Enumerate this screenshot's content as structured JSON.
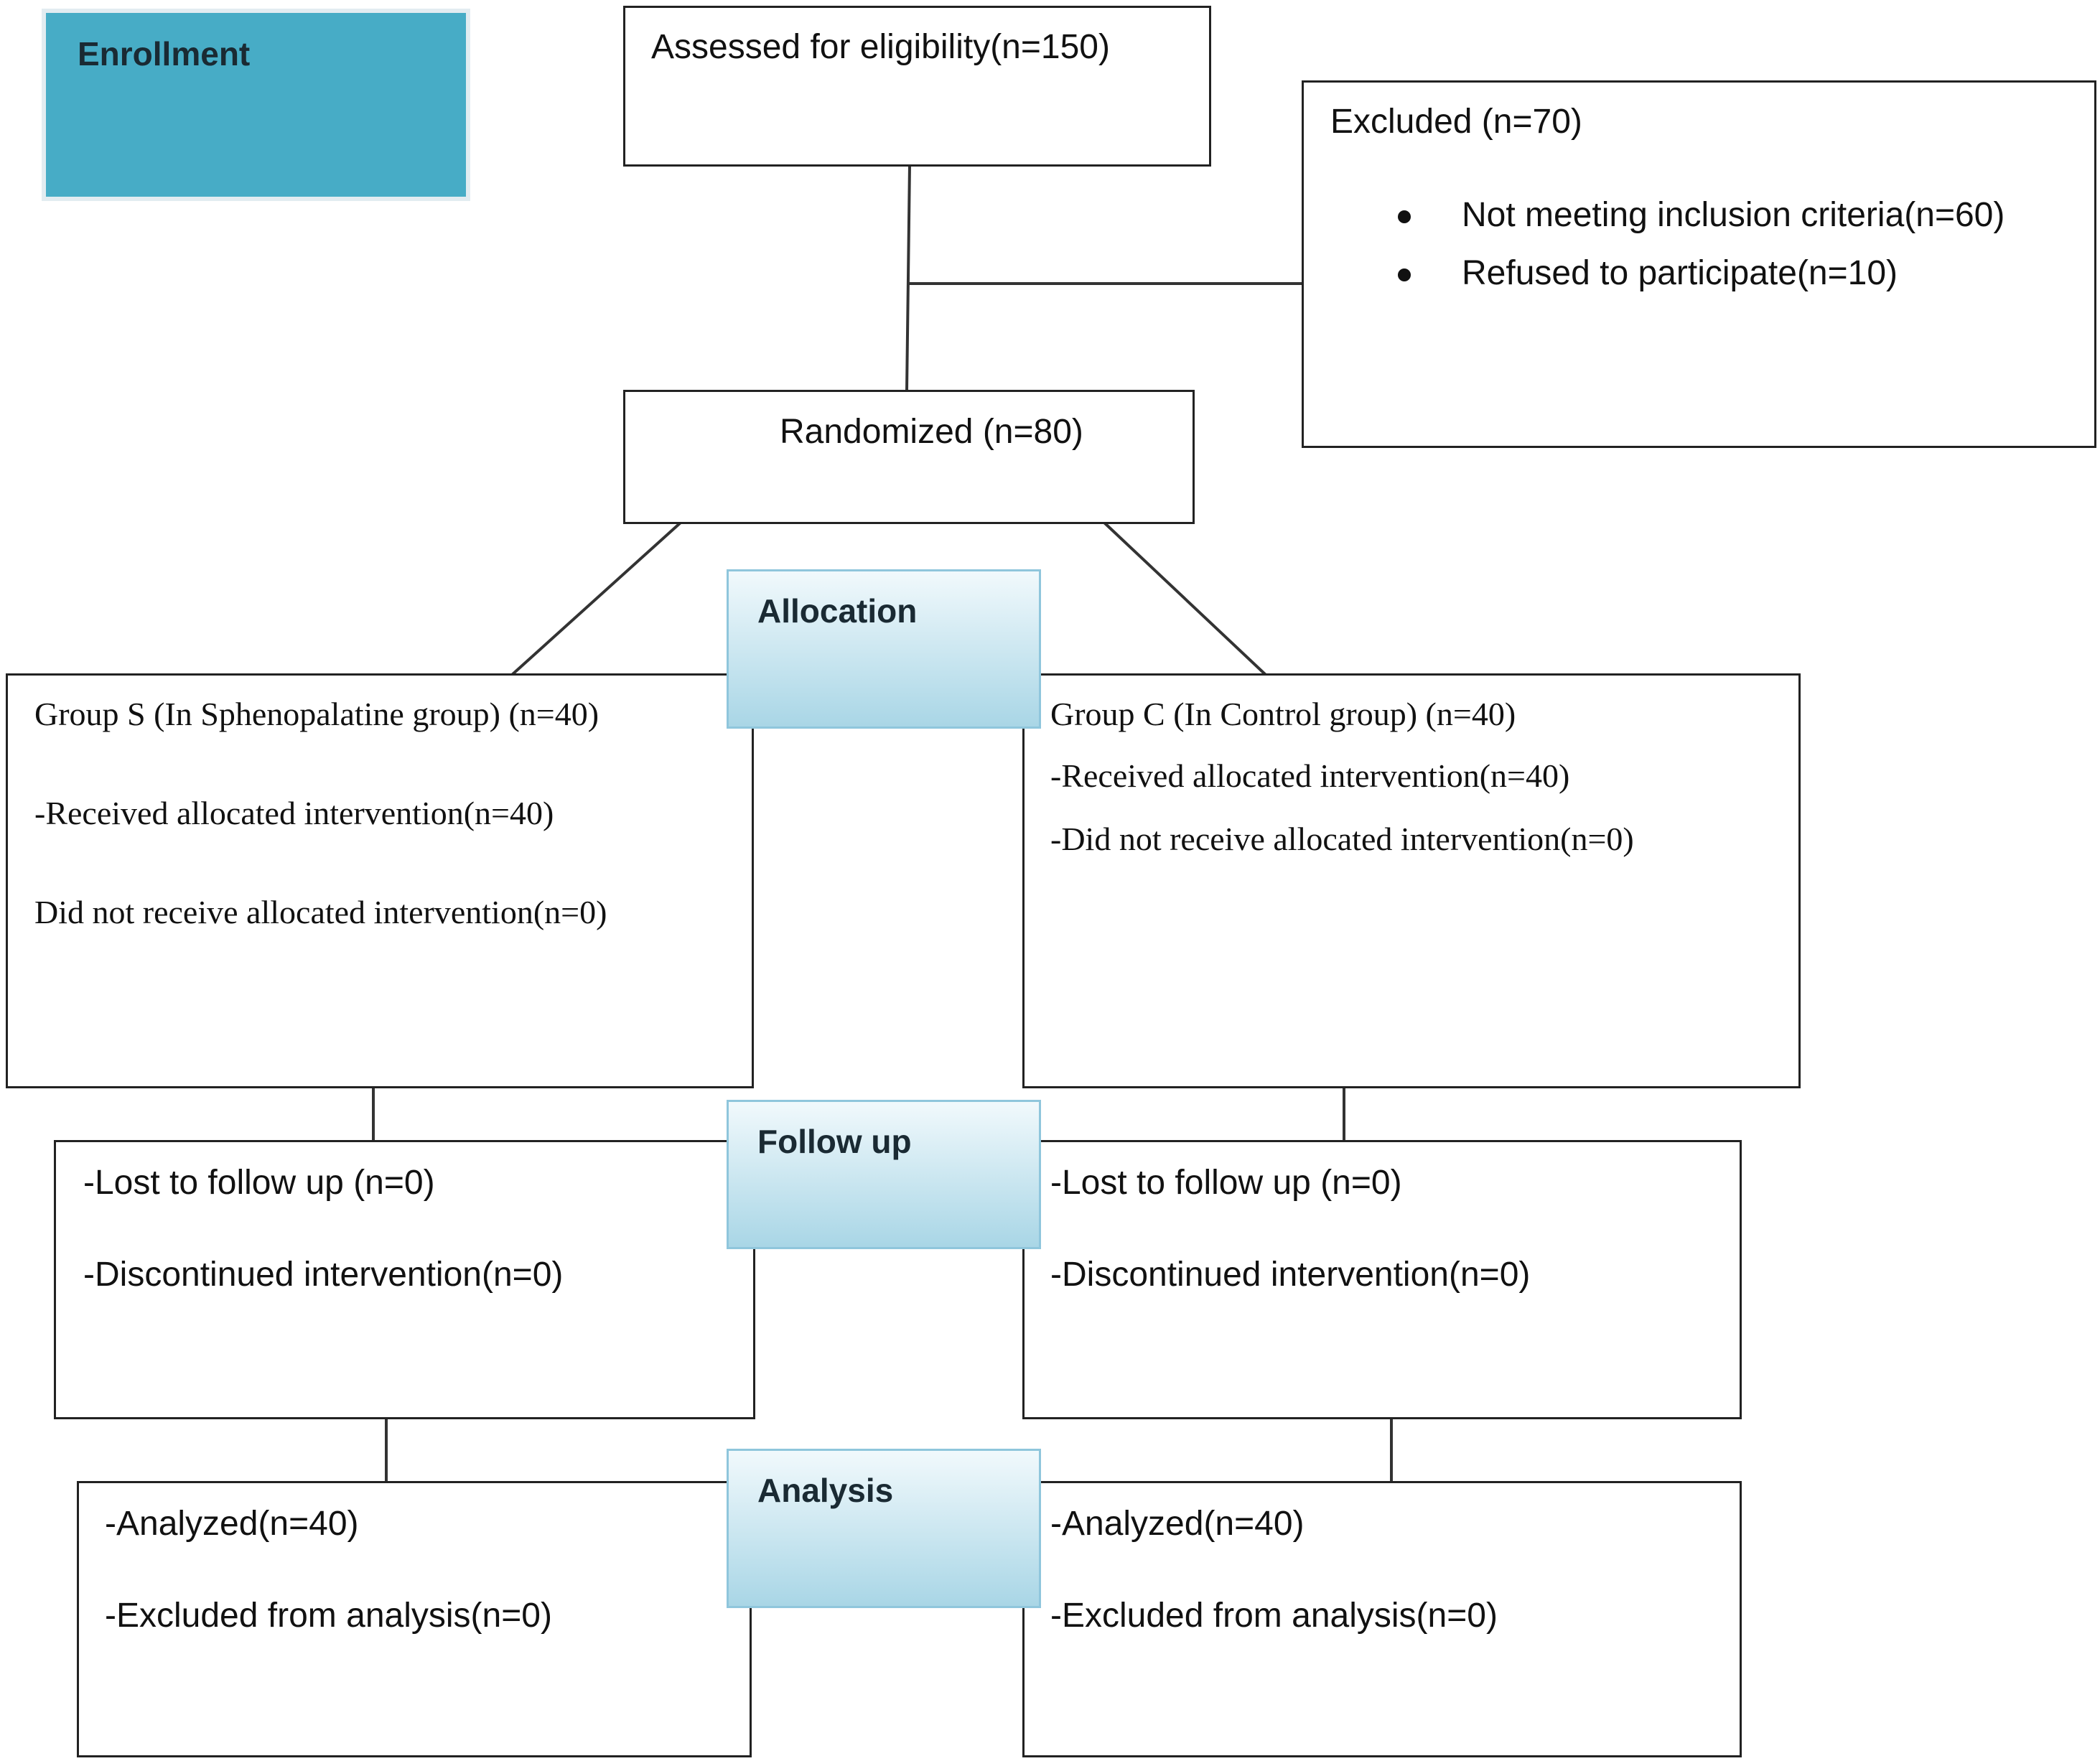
{
  "stages": {
    "enrollment": "Enrollment",
    "allocation": "Allocation",
    "follow_up": "Follow up",
    "analysis": "Analysis"
  },
  "colors": {
    "enrollment_fill": "#47acc6",
    "stage_gradient_light": "#f1f9fc",
    "stage_gradient_dark": "#a9d6e6",
    "box_border": "#222222"
  },
  "assessed": {
    "label": "Assessed for eligibility(n=150)"
  },
  "excluded": {
    "title": "Excluded (n=70)",
    "reasons": [
      "Not meeting inclusion criteria(n=60)",
      "Refused to participate(n=10)"
    ]
  },
  "randomized": {
    "label": "Randomized (n=80)"
  },
  "allocation": {
    "group_s": {
      "title": "Group S (In Sphenopalatine group) (n=40)",
      "received": "-Received allocated intervention(n=40)",
      "not_received": "Did not receive allocated intervention(n=0)"
    },
    "group_c": {
      "title": "Group C (In Control group) (n=40)",
      "received": "-Received allocated intervention(n=40)",
      "not_received": "-Did not receive allocated intervention(n=0)"
    }
  },
  "follow_up": {
    "group_s": {
      "lost": "-Lost to follow up (n=0)",
      "discontinued": "-Discontinued intervention(n=0)"
    },
    "group_c": {
      "lost": "-Lost to follow up (n=0)",
      "discontinued": "-Discontinued intervention(n=0)"
    }
  },
  "analysis": {
    "group_s": {
      "analyzed": "-Analyzed(n=40)",
      "excluded": "-Excluded from analysis(n=0)"
    },
    "group_c": {
      "analyzed": "-Analyzed(n=40)",
      "excluded": "-Excluded from analysis(n=0)"
    }
  }
}
